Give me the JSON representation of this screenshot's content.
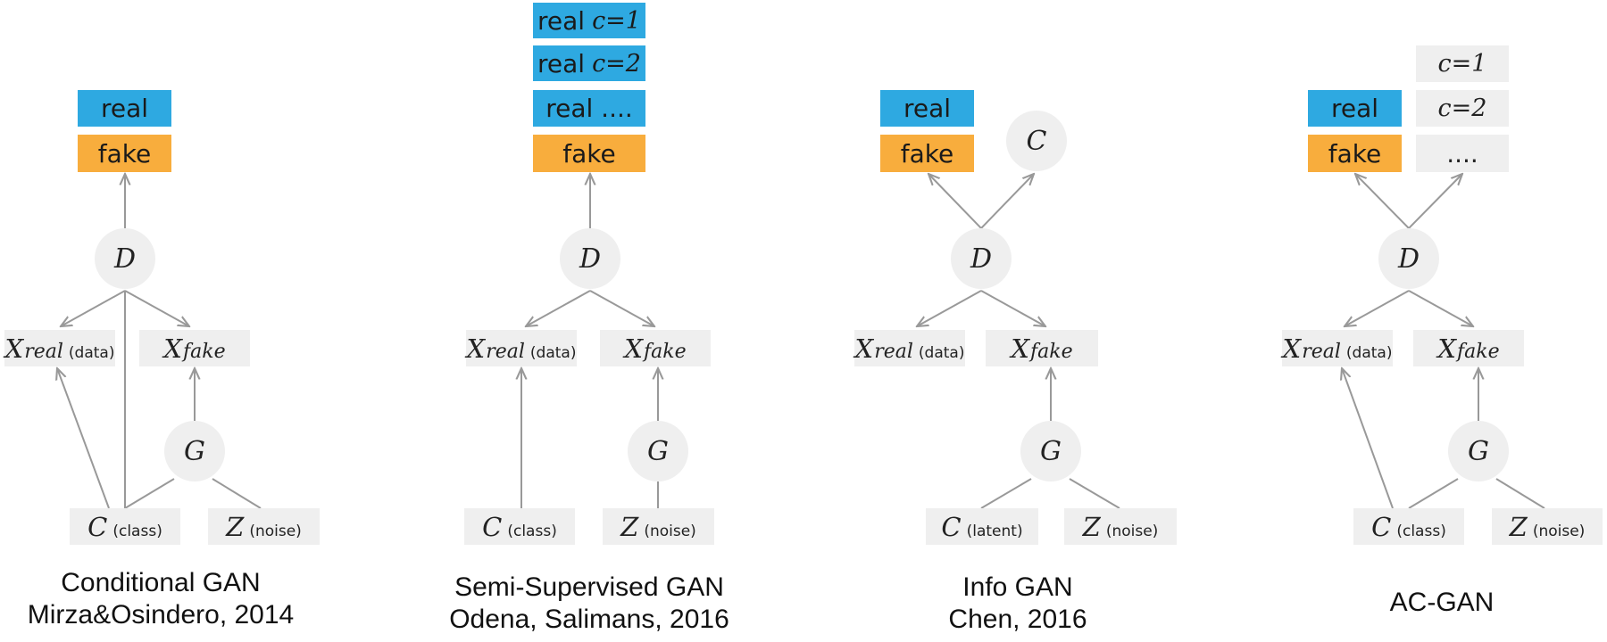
{
  "panels": [
    {
      "id": "cgan",
      "output_real": "real",
      "output_fake": "fake",
      "discriminator": "D",
      "generator": "G",
      "x_real": {
        "symbol": "X",
        "sub": "real",
        "note": "(data)"
      },
      "x_fake": {
        "symbol": "X",
        "sub": "fake"
      },
      "c_input": {
        "symbol": "C",
        "note": "(class)"
      },
      "z_input": {
        "symbol": "Z",
        "note": "(noise)"
      },
      "caption_line1": "Conditional GAN",
      "caption_line2": "Mirza&Osindero, 2014"
    },
    {
      "id": "sgan",
      "outputs": [
        {
          "text": "real",
          "math": "c=1"
        },
        {
          "text": "real",
          "math": "c=2"
        },
        {
          "text": "real ....",
          "math": ""
        }
      ],
      "output_fake": "fake",
      "discriminator": "D",
      "generator": "G",
      "x_real": {
        "symbol": "X",
        "sub": "real",
        "note": "(data)"
      },
      "x_fake": {
        "symbol": "X",
        "sub": "fake"
      },
      "c_input": {
        "symbol": "C",
        "note": "(class)"
      },
      "z_input": {
        "symbol": "Z",
        "note": "(noise)"
      },
      "caption_line1": "Semi-Supervised GAN",
      "caption_line2": "Odena, Salimans, 2016"
    },
    {
      "id": "infogan",
      "output_real": "real",
      "output_fake": "fake",
      "latent_output": "C",
      "discriminator": "D",
      "generator": "G",
      "x_real": {
        "symbol": "X",
        "sub": "real",
        "note": "(data)"
      },
      "x_fake": {
        "symbol": "X",
        "sub": "fake"
      },
      "c_input": {
        "symbol": "C",
        "note": "(latent)"
      },
      "z_input": {
        "symbol": "Z",
        "note": "(noise)"
      },
      "caption_line1": "Info GAN",
      "caption_line2": "Chen, 2016"
    },
    {
      "id": "acgan",
      "output_real": "real",
      "output_fake": "fake",
      "class_outputs": [
        "c=1",
        "c=2",
        "...."
      ],
      "discriminator": "D",
      "generator": "G",
      "x_real": {
        "symbol": "X",
        "sub": "real",
        "note": "(data)"
      },
      "x_fake": {
        "symbol": "X",
        "sub": "fake"
      },
      "c_input": {
        "symbol": "C",
        "note": "(class)"
      },
      "z_input": {
        "symbol": "Z",
        "note": "(noise)"
      },
      "caption_line1": "AC-GAN"
    }
  ],
  "colors": {
    "real": "#2ea9e1",
    "fake": "#f8ad3d",
    "node": "#efefef",
    "edge": "#999999"
  }
}
